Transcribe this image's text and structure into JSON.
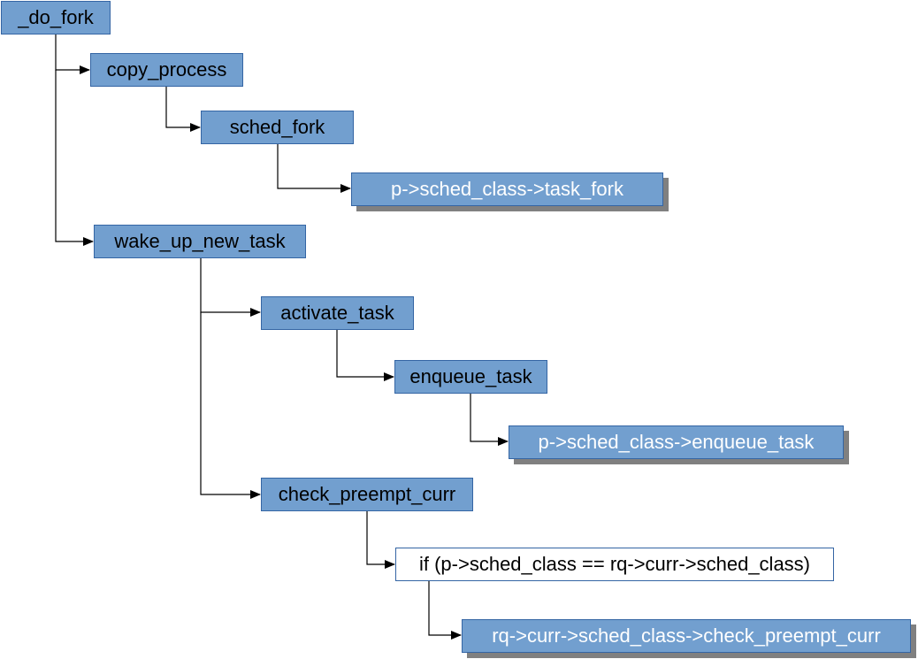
{
  "nodes": {
    "do_fork": "_do_fork",
    "copy_process": "copy_process",
    "sched_fork": "sched_fork",
    "task_fork": "p->sched_class->task_fork",
    "wake_up_new_task": "wake_up_new_task",
    "activate_task": "activate_task",
    "enqueue_task": "enqueue_task",
    "enqueue_task_ptr": "p->sched_class->enqueue_task",
    "check_preempt_curr": "check_preempt_curr",
    "condition": "if (p->sched_class == rq->curr->sched_class)",
    "check_preempt_curr_ptr": "rq->curr->sched_class->check_preempt_curr"
  },
  "edges": [
    [
      "do_fork",
      "copy_process"
    ],
    [
      "copy_process",
      "sched_fork"
    ],
    [
      "sched_fork",
      "task_fork"
    ],
    [
      "do_fork",
      "wake_up_new_task"
    ],
    [
      "wake_up_new_task",
      "activate_task"
    ],
    [
      "activate_task",
      "enqueue_task"
    ],
    [
      "enqueue_task",
      "enqueue_task_ptr"
    ],
    [
      "wake_up_new_task",
      "check_preempt_curr"
    ],
    [
      "check_preempt_curr",
      "condition"
    ],
    [
      "condition",
      "check_preempt_curr_ptr"
    ]
  ],
  "colors": {
    "box_fill": "#729fcf",
    "box_border": "#3465a4",
    "shadow": "#808080",
    "connector": "#000000"
  }
}
